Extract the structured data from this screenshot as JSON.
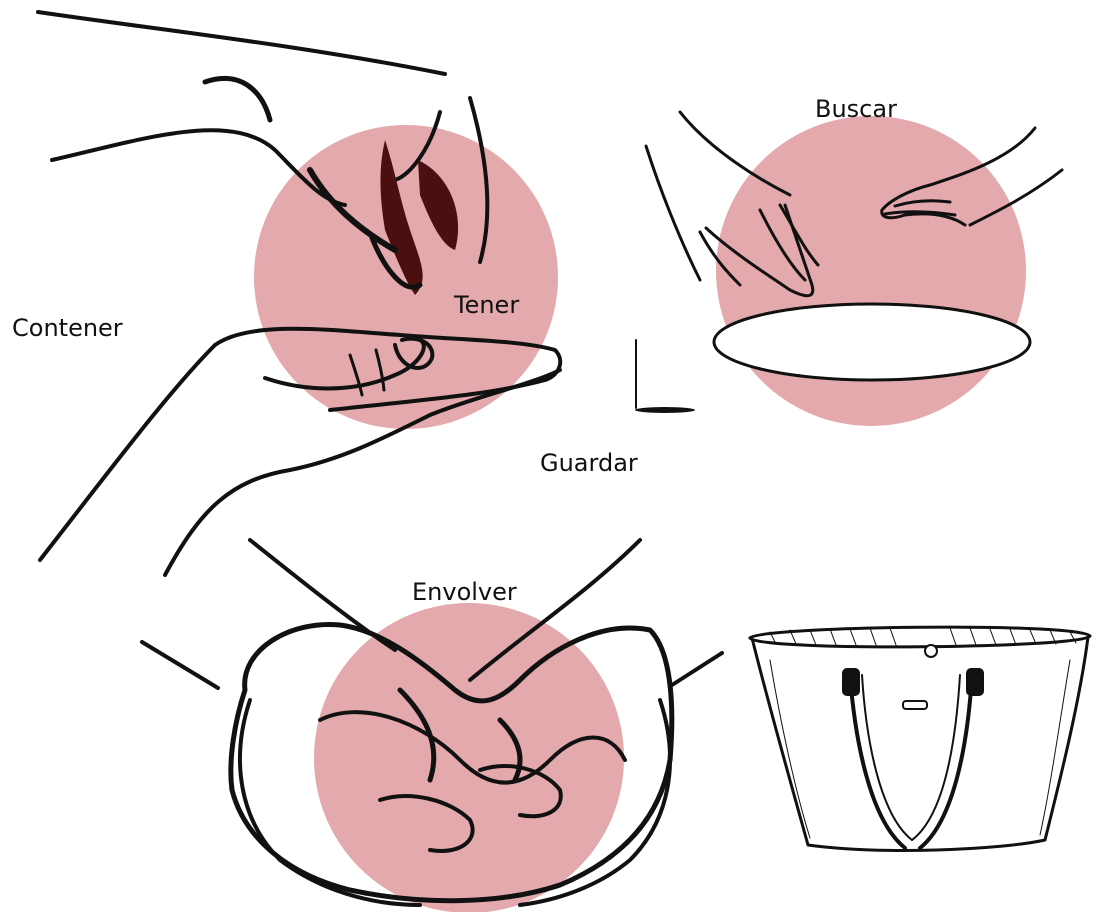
{
  "labels": {
    "contener": "Contener",
    "tener": "Tener",
    "buscar": "Buscar",
    "guardar": "Guardar",
    "envolver": "Envolver"
  },
  "colors": {
    "circle_fill": "#de9a9d",
    "ink": "#111111",
    "dark_detail": "#4a1010",
    "background": "#ffffff"
  }
}
